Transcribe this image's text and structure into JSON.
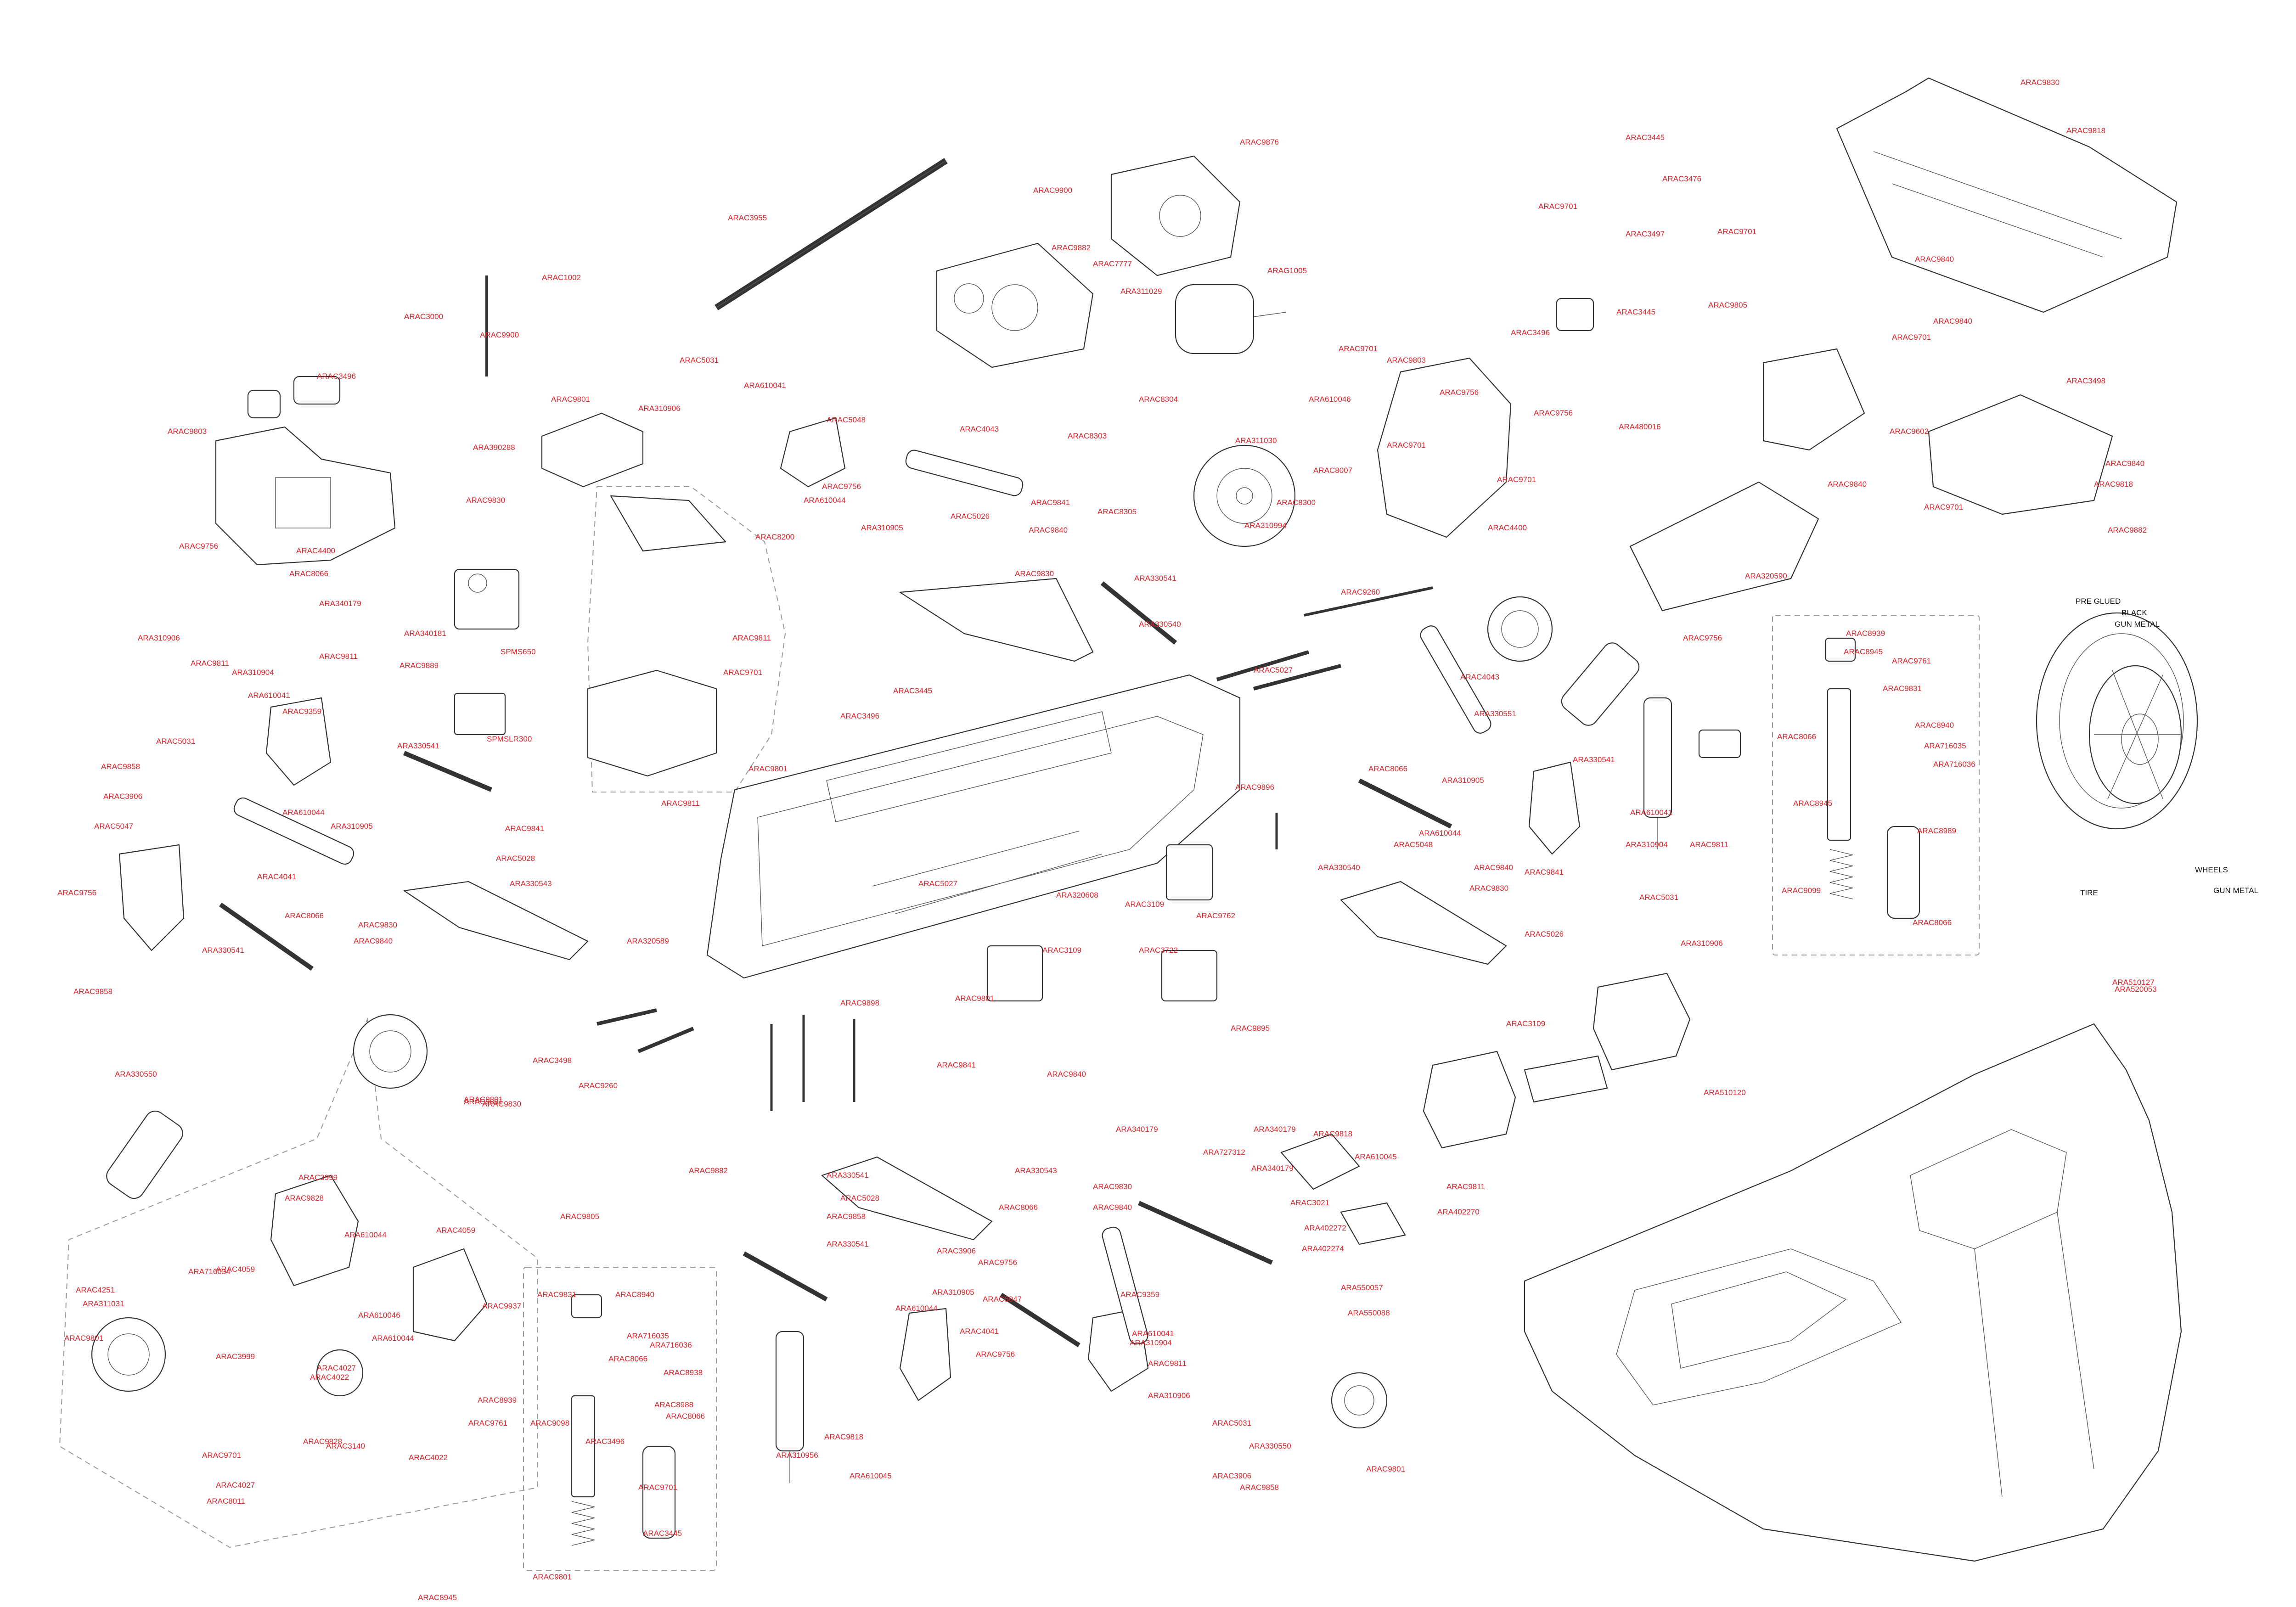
{
  "colors": {
    "label": "#d9262c",
    "note": "#111111",
    "line": "#333333"
  },
  "labels": [
    "ARAC3955",
    "ARAC3000",
    "ARAC9900",
    "ARAC1002",
    "ARAC9801",
    "ARA390288",
    "ARAC9830",
    "ARAC3496",
    "ARAC9803",
    "ARAC9756",
    "ARAC4400",
    "ARAC8066",
    "ARA340179",
    "ARA340181",
    "ARAC9811",
    "ARAC9889",
    "SPMS650",
    "SPMSLR300",
    "ARA310906",
    "ARAC9811",
    "ARA310904",
    "ARA610041",
    "ARAC9359",
    "ARAC5031",
    "ARAC9858",
    "ARAC3906",
    "ARAC5047",
    "ARA610044",
    "ARA310905",
    "ARA330541",
    "ARAC8066",
    "ARAC4041",
    "ARAC9756",
    "ARAC9841",
    "ARAC5028",
    "ARA330543",
    "ARAC9830",
    "ARAC9840",
    "ARA330541",
    "ARAC9858",
    "ARA310906",
    "ARAC5031",
    "ARA610041",
    "ARAC5048",
    "ARAC9756",
    "ARAC4043",
    "ARA610044",
    "ARA310905",
    "ARAC8200",
    "ARAC5026",
    "ARAC9841",
    "ARAC9840",
    "ARAC9830",
    "ARA330541",
    "ARA330540",
    "ARAC9811",
    "ARAC9701",
    "ARAC3445",
    "ARAC3496",
    "ARAC9801",
    "ARAC9811",
    "ARAC9900",
    "ARAC9882",
    "ARAC7777",
    "ARA311029",
    "ARAC9876",
    "ARAG1005",
    "ARAC8304",
    "ARAC8303",
    "ARAC8305",
    "ARA311030",
    "ARA310994",
    "ARA610046",
    "ARAC8300",
    "ARAC8007",
    "ARAC9701",
    "ARAC9803",
    "ARAC9756",
    "ARAC9701",
    "ARAC3496",
    "ARAC4400",
    "ARAC9756",
    "ARAC9701",
    "ARAC3445",
    "ARAC3476",
    "ARAC9701",
    "ARAC3497",
    "ARAC3445",
    "ARAC9701",
    "ARAC9805",
    "ARA480016",
    "ARAC9840",
    "ARAC9830",
    "ARAC9818",
    "ARAC9840",
    "ARAC9701",
    "ARAC9602",
    "ARAC3498",
    "ARAC9840",
    "ARAC9818",
    "ARAC9840",
    "ARAC9701",
    "ARAC9882",
    "ARA320590",
    "ARAC9260",
    "ARAC5027",
    "ARAC4043",
    "ARA330551",
    "ARAC9756",
    "ARA330541",
    "ARAC8066",
    "ARA310905",
    "ARA610044",
    "ARAC5048",
    "ARA610041",
    "ARA310904",
    "ARAC9811",
    "ARAC5031",
    "ARA310906",
    "ARAC9840",
    "ARAC9830",
    "ARAC9841",
    "ARA330540",
    "ARAC5026",
    "ARAC9896",
    "ARA320608",
    "ARAC3109",
    "ARAC9762",
    "ARAC3722",
    "ARA320589",
    "ARAC3109",
    "ARAC9801",
    "ARAC9898",
    "ARAC5027",
    "ARAC9895",
    "ARAC3109",
    "ARAC8939",
    "ARAC8945",
    "ARAC9761",
    "ARAC9831",
    "ARAC8940",
    "ARA716035",
    "ARA716036",
    "ARAC8066",
    "ARAC8945",
    "ARAC9099",
    "ARAC8989",
    "ARAC8066",
    "ARA330550",
    "ARAC9801",
    "ARAC3498",
    "ARAC9260",
    "ARAC9882",
    "ARAC9805",
    "ARAC9801",
    "ARAC9830",
    "ARAC3999",
    "ARAC9828",
    "ARAC4059",
    "ARA610046",
    "ARAC4059",
    "ARA610044",
    "ARAC9937",
    "ARA716034",
    "ARAC4251",
    "ARA311031",
    "ARAC9801",
    "ARAC3999",
    "ARAC4022",
    "ARA610044",
    "ARAC4022",
    "ARAC9828",
    "ARAC3140",
    "ARAC4027",
    "ARAC4027",
    "ARAC9701",
    "ARAC8011",
    "ARAC8939",
    "ARAC9761",
    "ARAC8945",
    "ARAC9831",
    "ARAC8940",
    "ARA716035",
    "ARA716036",
    "ARAC8066",
    "ARAC8938",
    "ARAC8988",
    "ARAC8066",
    "ARAC9098",
    "ARAC3496",
    "ARAC9701",
    "ARAC3445",
    "ARAC9801",
    "ARAC9841",
    "ARAC9840",
    "ARA340179",
    "ARA330543",
    "ARAC9830",
    "ARAC9840",
    "ARA330541",
    "ARAC5028",
    "ARAC9858",
    "ARA330541",
    "ARAC8066",
    "ARAC3906",
    "ARAC9756",
    "ARAC5047",
    "ARA310905",
    "ARA610044",
    "ARAC4041",
    "ARAC9756",
    "ARAC9359",
    "ARA610041",
    "ARA310904",
    "ARAC9811",
    "ARA310906",
    "ARAC5031",
    "ARA330550",
    "ARAC3906",
    "ARAC9858",
    "ARA310956",
    "ARAC9818",
    "ARA610045",
    "ARAC9801",
    "ARA340179",
    "ARAC9818",
    "ARA727312",
    "ARA340179",
    "ARA610045",
    "ARAC3021",
    "ARAC9811",
    "ARA402270",
    "ARA402272",
    "ARA402274",
    "ARA550057",
    "ARA550088",
    "ARA510120",
    "ARA510127",
    "ARA520053"
  ],
  "notes": [
    "PRE GLUED",
    "BLACK",
    "GUN METAL",
    "WHEELS",
    "GUN METAL",
    "TIRE"
  ]
}
